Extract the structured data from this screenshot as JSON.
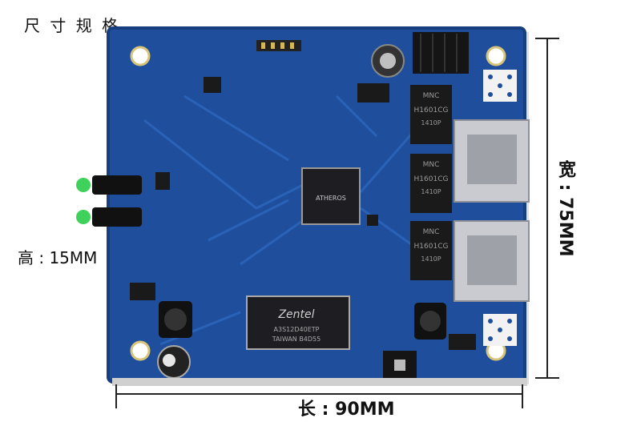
{
  "labels": {
    "title": "尺 寸 规 格",
    "height": "高 : 15MM",
    "depth": "宽 : 75MM",
    "width": "长 : 90MM"
  },
  "board_text": {
    "chip_brand": "ATHEROS",
    "ram_brand": "Zentel",
    "ram_line1": "A3S12D40ETP",
    "ram_line2": "TAIWAN B4D55",
    "mag_brand": "MNC",
    "mag_model": "H1601CG",
    "mag_sub": "1410P"
  },
  "colors": {
    "pcb": "#1f4f9c",
    "pcb_dark": "#173f80",
    "silver": "#c9cbd0",
    "chip": "#1d1d22"
  }
}
